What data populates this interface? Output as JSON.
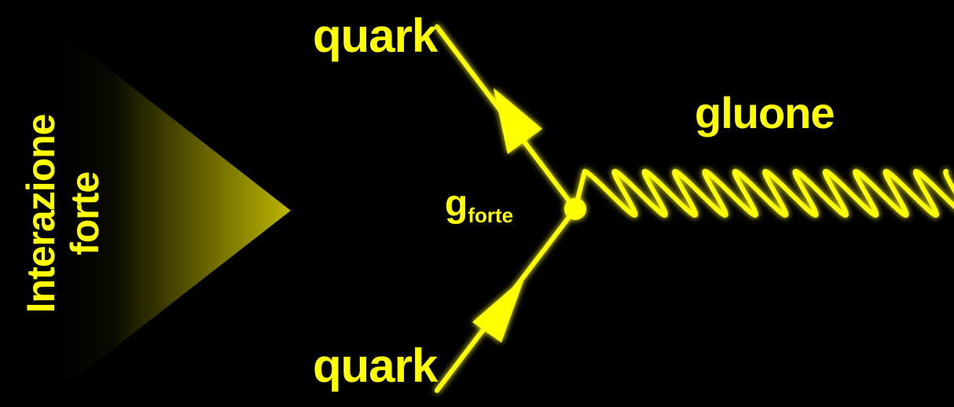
{
  "title": {
    "line1": "Interazione",
    "line2": "forte"
  },
  "labels": {
    "quark_top": "quark",
    "quark_bottom": "quark",
    "gluon": "gluone",
    "coupling_symbol": "g",
    "coupling_subscript": "forte"
  },
  "colors": {
    "accent": "#FFFF00",
    "background": "#000000",
    "wedge_dark": "#000000",
    "wedge_light": "#BDB600"
  }
}
